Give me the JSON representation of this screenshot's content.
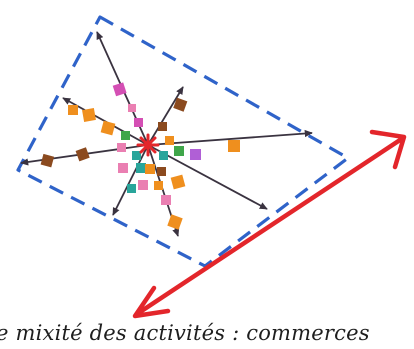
{
  "caption": "e mixité des activités : commerces",
  "colors": {
    "boundary": "#2f63c9",
    "arrow_ink": "#3a3340",
    "double_arrow": "#e3262b",
    "center_star": "#e3262b",
    "squares": {
      "magenta": "#d44fb4",
      "brown": "#8b4a1f",
      "orange": "#ef8f1e",
      "teal": "#29a59b",
      "green": "#3fa64a",
      "pink": "#ea7fb2",
      "violet": "#b05fd6"
    }
  },
  "icons": [
    "dashed-zone-rectangle",
    "radial-arrows",
    "activity-squares",
    "double-headed-arrow"
  ]
}
